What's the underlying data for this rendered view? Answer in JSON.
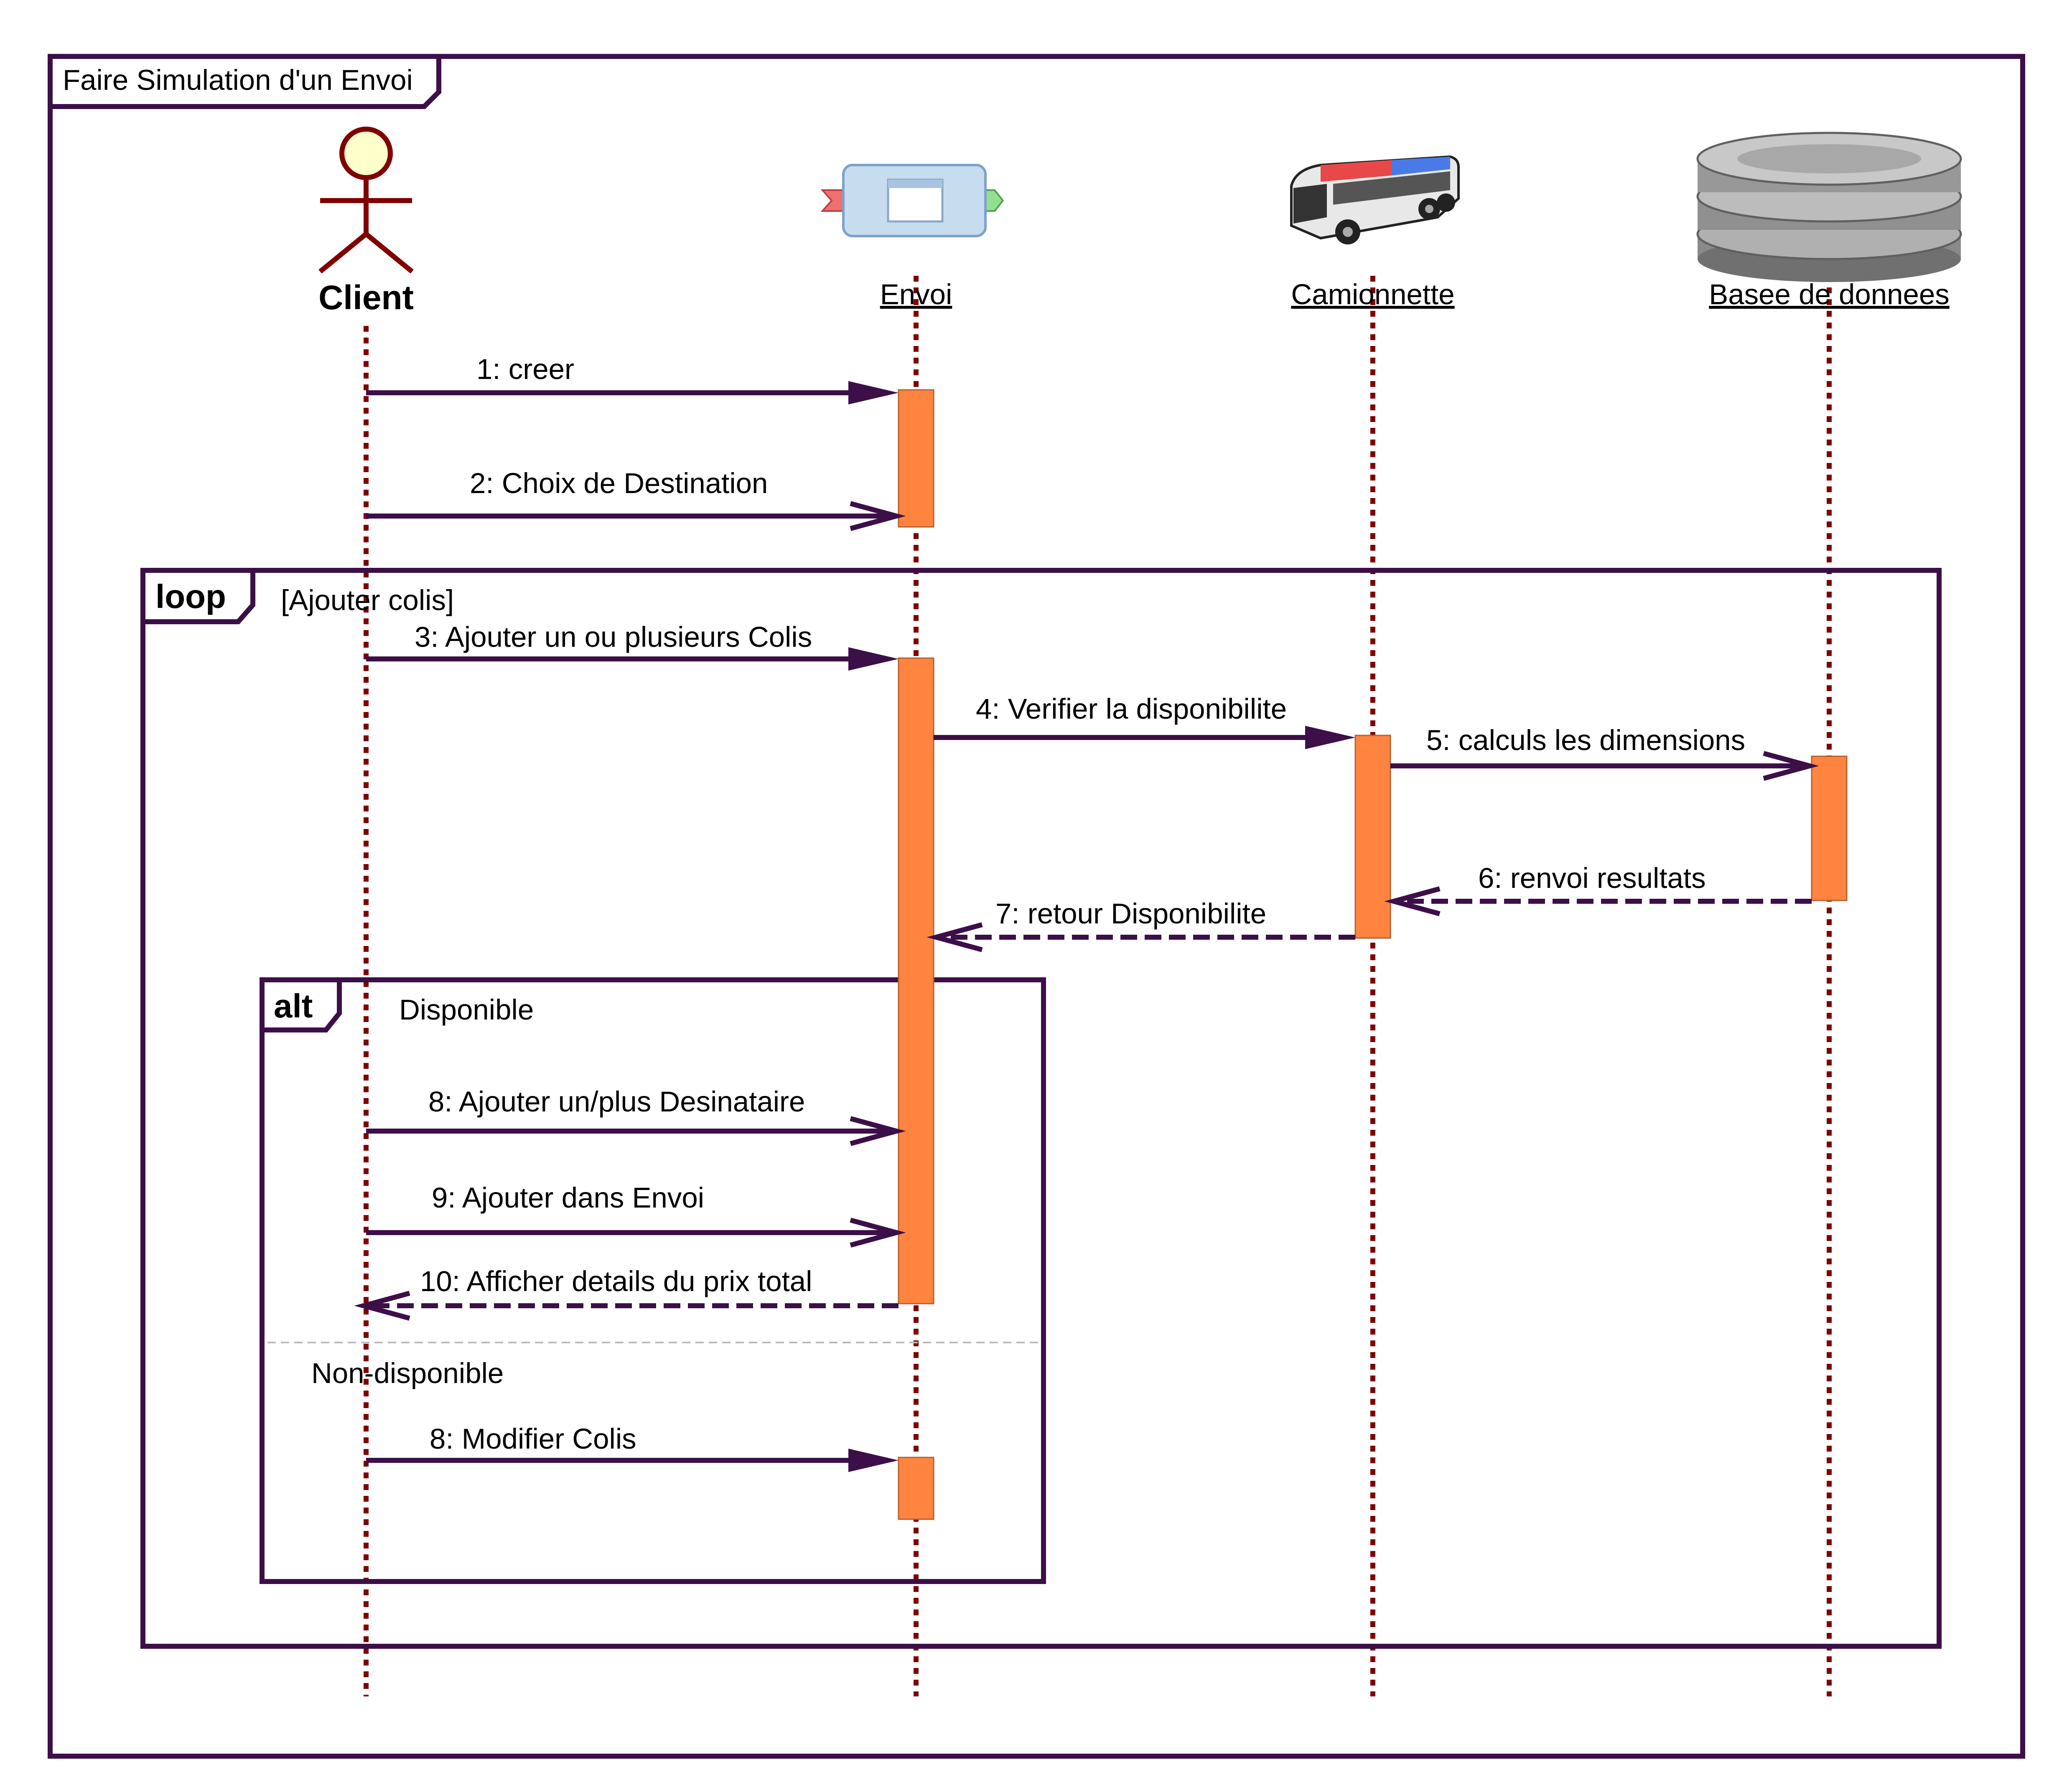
{
  "frame": {
    "title": "Faire Simulation d'un Envoi"
  },
  "lifelines": [
    {
      "id": "client",
      "name": "Client",
      "icon": "stick-figure-icon"
    },
    {
      "id": "envoi",
      "name": "Envoi",
      "icon": "window-component-icon"
    },
    {
      "id": "camionnette",
      "name": "Camionnette",
      "icon": "bus-icon"
    },
    {
      "id": "bdd",
      "name": "Basee de donnees",
      "icon": "database-icon"
    }
  ],
  "fragments": {
    "loop": {
      "keyword": "loop",
      "guard": "[Ajouter colis]"
    },
    "alt": {
      "keyword": "alt",
      "guard_1": "Disponible",
      "guard_2": "Non-disponible"
    }
  },
  "messages": [
    {
      "label": "1: creer",
      "from": "Client",
      "to": "Envoi",
      "kind": "synchronous"
    },
    {
      "label": "2: Choix de Destination",
      "from": "Client",
      "to": "Envoi",
      "kind": "asynchronous"
    },
    {
      "label": "3: Ajouter un ou plusieurs Colis",
      "from": "Client",
      "to": "Envoi",
      "kind": "synchronous"
    },
    {
      "label": "4: Verifier la disponibilite",
      "from": "Envoi",
      "to": "Camionnette",
      "kind": "synchronous"
    },
    {
      "label": "5: calculs les dimensions",
      "from": "Camionnette",
      "to": "Basee de donnees",
      "kind": "asynchronous"
    },
    {
      "label": "6: renvoi resultats",
      "from": "Basee de donnees",
      "to": "Camionnette",
      "kind": "reply"
    },
    {
      "label": "7: retour Disponibilite",
      "from": "Camionnette",
      "to": "Envoi",
      "kind": "reply"
    },
    {
      "label": "8: Ajouter un/plus Desinataire",
      "from": "Client",
      "to": "Envoi",
      "kind": "asynchronous"
    },
    {
      "label": "9: Ajouter dans Envoi",
      "from": "Client",
      "to": "Envoi",
      "kind": "asynchronous"
    },
    {
      "label": "10: Afficher details du prix total",
      "from": "Envoi",
      "to": "Client",
      "kind": "reply"
    },
    {
      "label": "8: Modifier Colis",
      "from": "Client",
      "to": "Envoi",
      "kind": "synchronous"
    }
  ],
  "colors": {
    "frame": "#3c0f48",
    "lifeline": "#800000",
    "activation": "#ff8440",
    "actor_head": "#ffffcc"
  }
}
